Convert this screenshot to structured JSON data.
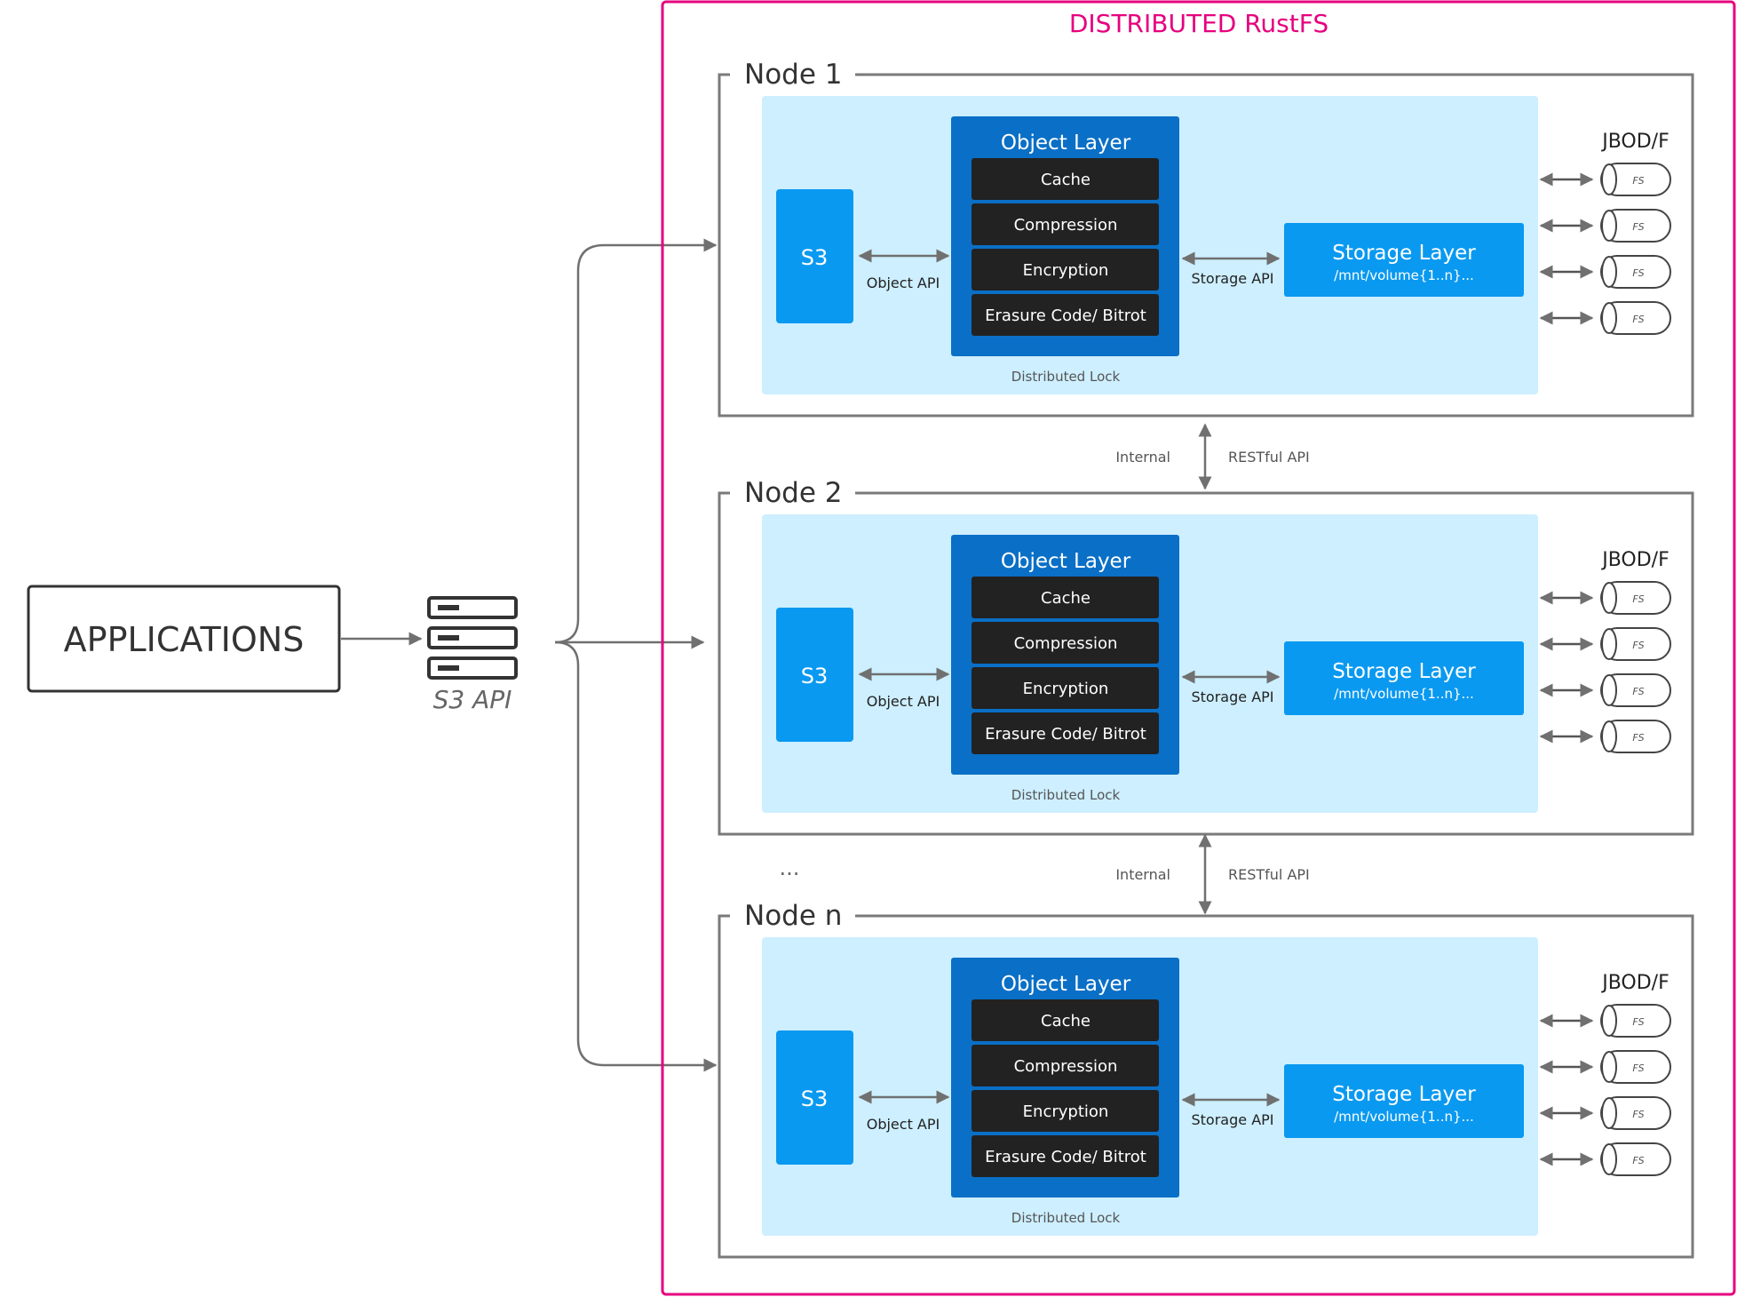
{
  "applications_label": "APPLICATIONS",
  "s3_api_label": "S3 API",
  "cluster_title": "DISTRIBUTED RustFS",
  "ellipsis": "...",
  "colors": {
    "cluster_border": "#e6007e",
    "node_border": "#7a7a7a",
    "node_panel": "#cdefff",
    "object_layer": "#0a6fc6",
    "sub_box": "#222222",
    "accent_blue": "#0a99f0",
    "arrow": "#707070"
  },
  "icons": {
    "server": "server-stack-icon",
    "disk": "disk-cylinder-icon"
  },
  "nodes": [
    {
      "title": "Node 1",
      "s3_label": "S3",
      "object_api_label": "Object API",
      "object_layer_title": "Object Layer",
      "modules": [
        "Cache",
        "Compression",
        "Encryption",
        "Erasure Code/ Bitrot"
      ],
      "distributed_lock_label": "Distributed Lock",
      "storage_api_label": "Storage API",
      "storage_layer_title": "Storage Layer",
      "storage_layer_path": "/mnt/volume{1..n}...",
      "jbod_label": "JBOD/F",
      "disks": [
        "FS",
        "FS",
        "FS",
        "FS"
      ]
    },
    {
      "title": "Node 2",
      "s3_label": "S3",
      "object_api_label": "Object API",
      "object_layer_title": "Object Layer",
      "modules": [
        "Cache",
        "Compression",
        "Encryption",
        "Erasure Code/ Bitrot"
      ],
      "distributed_lock_label": "Distributed Lock",
      "storage_api_label": "Storage API",
      "storage_layer_title": "Storage Layer",
      "storage_layer_path": "/mnt/volume{1..n}...",
      "jbod_label": "JBOD/F",
      "disks": [
        "FS",
        "FS",
        "FS",
        "FS"
      ]
    },
    {
      "title": "Node n",
      "s3_label": "S3",
      "object_api_label": "Object API",
      "object_layer_title": "Object Layer",
      "modules": [
        "Cache",
        "Compression",
        "Encryption",
        "Erasure Code/ Bitrot"
      ],
      "distributed_lock_label": "Distributed Lock",
      "storage_api_label": "Storage API",
      "storage_layer_title": "Storage Layer",
      "storage_layer_path": "/mnt/volume{1..n}...",
      "jbod_label": "JBOD/F",
      "disks": [
        "FS",
        "FS",
        "FS",
        "FS"
      ]
    }
  ],
  "inter_node_links": [
    {
      "left_label": "Internal",
      "right_label": "RESTful API"
    },
    {
      "left_label": "Internal",
      "right_label": "RESTful API"
    }
  ]
}
